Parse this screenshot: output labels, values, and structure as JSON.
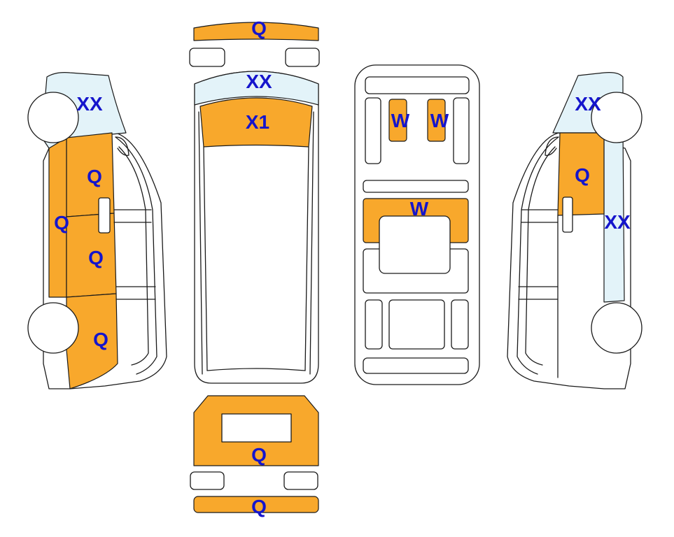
{
  "colors": {
    "damaged": "#f8a82c",
    "glass": "#e3f3f9",
    "outline": "#1a1a1a",
    "label": "#1515cc"
  },
  "labels": {
    "front_bumper": "Q",
    "windshield": "XX",
    "hood": "X1",
    "roof_panel_1": "W",
    "roof_panel_2": "W",
    "roof_panel_3": "W",
    "left_window": "XX",
    "left_front_door": "Q",
    "left_body_side": "Q",
    "left_slide_door": "Q",
    "left_rear_quarter": "Q",
    "right_window": "XX",
    "right_front_door": "Q",
    "right_body_side": "XX",
    "rear_door": "Q",
    "rear_bumper": "Q"
  }
}
